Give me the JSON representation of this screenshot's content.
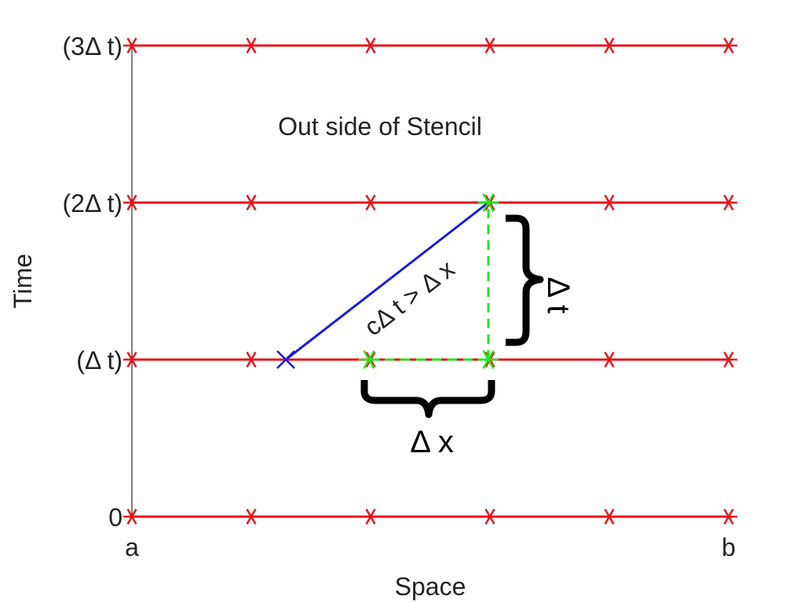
{
  "y_ticks": [
    "0",
    "(Δ t)",
    "(2Δ t)",
    "(3Δ t)"
  ],
  "x_ticks": [
    "a",
    "b"
  ],
  "x_axis_label": "Space",
  "y_axis_label": "Time",
  "annotations": {
    "outside_stencil": "Out side of Stencil",
    "condition": "cΔ t > Δ x",
    "delta_x": "Δ x",
    "delta_t": "Δ t"
  },
  "grid": {
    "time_levels": 4,
    "points_per_level": 6
  },
  "colors": {
    "grid_line": "#e8141c",
    "grid_marker": "#e8141c",
    "stencil": "#22e61e",
    "characteristic": "#1a1adf",
    "brace": "#000000",
    "axis": "#000000"
  }
}
